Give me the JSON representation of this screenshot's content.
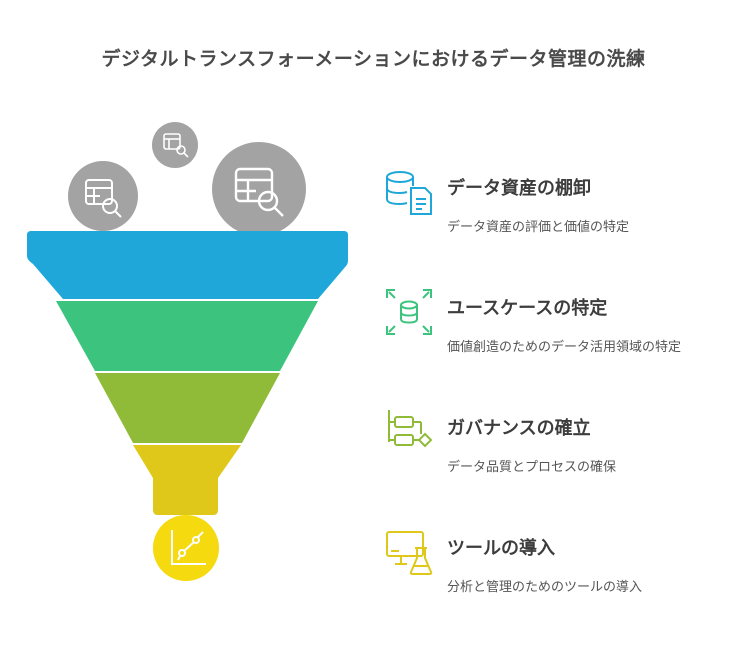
{
  "title": "デジタルトランスフォーメーションにおけるデータ管理の洗練",
  "colors": {
    "stage1": "#1ea7d8",
    "stage2": "#3cc47e",
    "stage3": "#8fbb38",
    "stage4": "#dfc81a",
    "output": "#f5da0f",
    "bubble": "#a3a3a3"
  },
  "stages": [
    {
      "heading": "データ資産の棚卸",
      "description": "データ資産の評価と価値の特定",
      "icon": "database-document-icon"
    },
    {
      "heading": "ユースケースの特定",
      "description": "価値創造のためのデータ活用領域の特定",
      "icon": "database-focus-icon"
    },
    {
      "heading": "ガバナンスの確立",
      "description": "データ品質とプロセスの確保",
      "icon": "process-flow-icon"
    },
    {
      "heading": "ツールの導入",
      "description": "分析と管理のためのツールの導入",
      "icon": "computer-flask-icon"
    }
  ]
}
